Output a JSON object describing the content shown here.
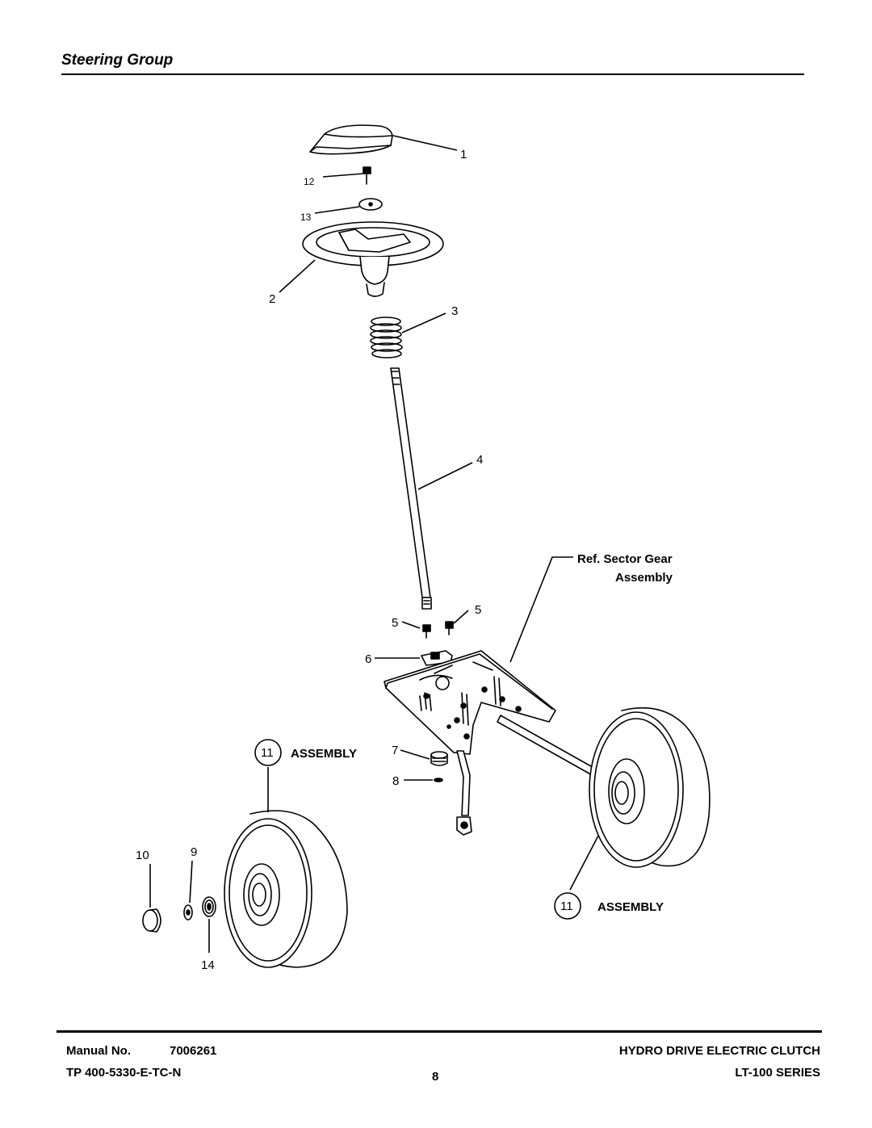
{
  "header": {
    "title": "Steering Group"
  },
  "diagram": {
    "callouts": {
      "c1": "1",
      "c2": "2",
      "c3": "3",
      "c4": "4",
      "c5a": "5",
      "c5b": "5",
      "c6": "6",
      "c7": "7",
      "c8": "8",
      "c9": "9",
      "c10": "10",
      "c12": "12",
      "c13": "13",
      "c14": "14",
      "c11a": "11",
      "c11b": "11"
    },
    "assembly_label_a": "ASSEMBLY",
    "assembly_label_b": "ASSEMBLY",
    "ref_line1": "Ref. Sector Gear",
    "ref_line2": "Assembly"
  },
  "footer": {
    "manual_label": "Manual No.",
    "manual_number": "7006261",
    "tp_number": "TP 400-5330-E-TC-N",
    "page_number": "8",
    "product": "HYDRO DRIVE ELECTRIC CLUTCH",
    "series": "LT-100 SERIES"
  }
}
